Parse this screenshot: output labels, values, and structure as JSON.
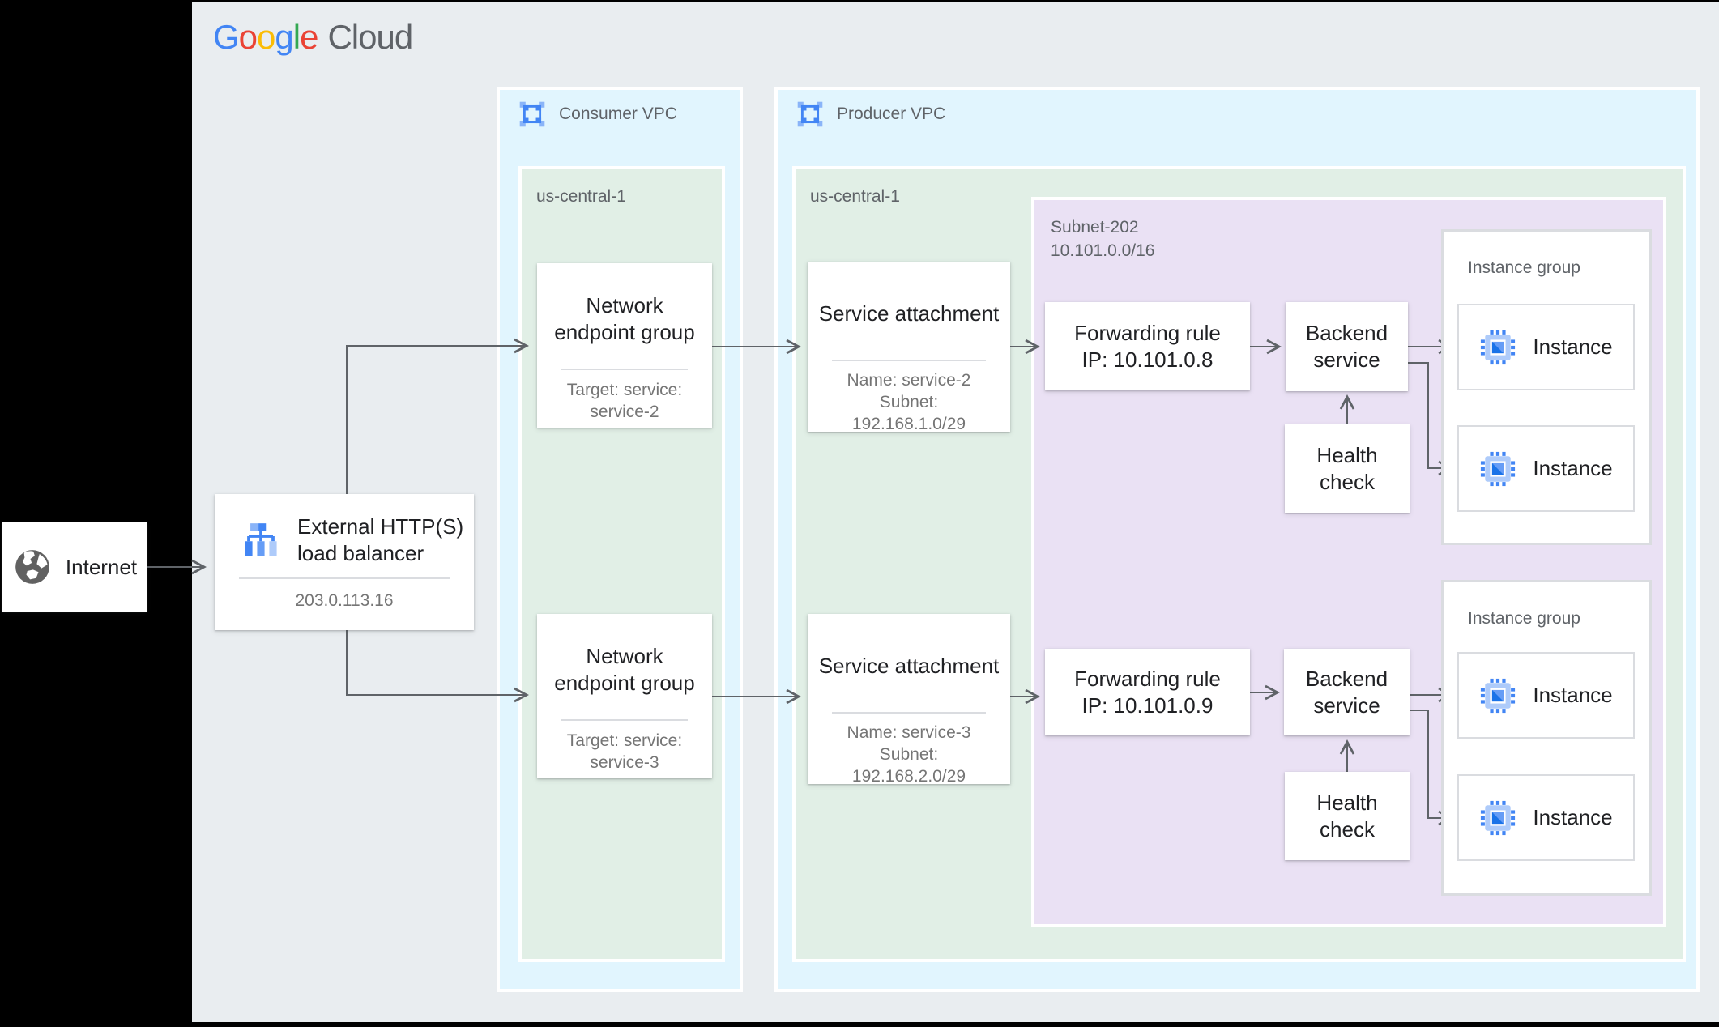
{
  "colors": {
    "frame": "#000000",
    "canvas": "#e9edf0",
    "vpc_fill": "#e1f5fe",
    "region_fill": "#e1efe6",
    "subnet_fill": "#eae1f4",
    "connector": "#5f6368",
    "google_blue": "#4285f4",
    "google_red": "#ea4335",
    "google_yellow": "#fbbc05",
    "google_green": "#34a853",
    "cloud_gray": "#5f6368"
  },
  "logo": {
    "l1": "G",
    "l2": "o",
    "l3": "o",
    "l4": "g",
    "l5": "l",
    "l6": "e",
    "cloud": "Cloud"
  },
  "internet": {
    "label": "Internet"
  },
  "load_balancer": {
    "title_line1": "External HTTP(S)",
    "title_line2": "load balancer",
    "ip": "203.0.113.16"
  },
  "consumer_vpc": {
    "label": "Consumer VPC",
    "region": "us-central-1",
    "neg_top": {
      "title": "Network endpoint group",
      "target_line1": "Target: service:",
      "target_line2": "service-2"
    },
    "neg_bottom": {
      "title": "Network endpoint group",
      "target_line1": "Target: service:",
      "target_line2": "service-3"
    }
  },
  "producer_vpc": {
    "label": "Producer VPC",
    "region": "us-central-1",
    "subnet": {
      "name": "Subnet-202",
      "cidr": "10.101.0.0/16"
    },
    "sa_top": {
      "title": "Service attachment",
      "name": "Name: service-2",
      "subnet_label": "Subnet:",
      "cidr": "192.168.1.0/29"
    },
    "sa_bottom": {
      "title": "Service attachment",
      "name": "Name: service-3",
      "subnet_label": "Subnet:",
      "cidr": "192.168.2.0/29"
    },
    "fr_top": {
      "line1": "Forwarding rule",
      "line2": "IP: 10.101.0.8"
    },
    "fr_bottom": {
      "line1": "Forwarding rule",
      "line2": "IP: 10.101.0.9"
    },
    "bs_top": {
      "line1": "Backend",
      "line2": "service"
    },
    "bs_bottom": {
      "line1": "Backend",
      "line2": "service"
    },
    "hc_top": {
      "line1": "Health",
      "line2": "check"
    },
    "hc_bottom": {
      "line1": "Health",
      "line2": "check"
    },
    "ig_top": {
      "label": "Instance group",
      "instance1": "Instance",
      "instance2": "Instance"
    },
    "ig_bottom": {
      "label": "Instance group",
      "instance1": "Instance",
      "instance2": "Instance"
    }
  }
}
